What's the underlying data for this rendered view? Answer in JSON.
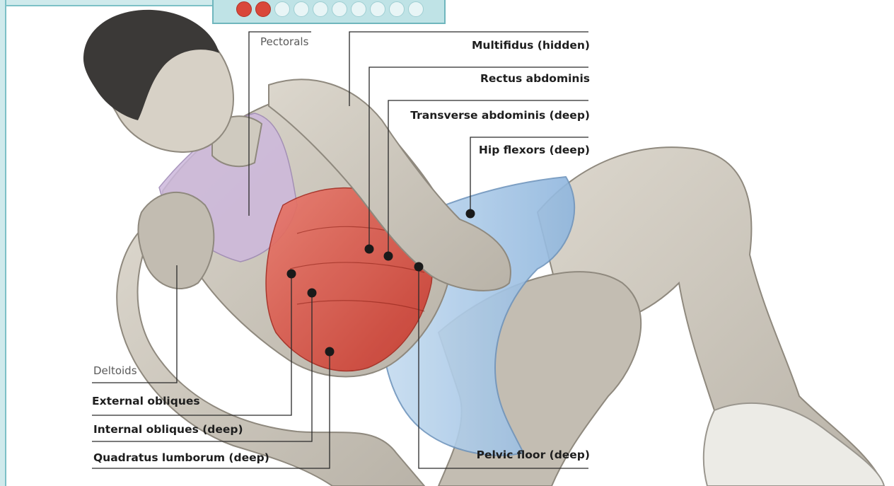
{
  "labels": {
    "pectorals": "Pectorals",
    "deltoids": "Deltoids",
    "multifidus": "Multifidus (hidden)",
    "rectus": "Rectus abdominis",
    "transverse": "Transverse abdominis (deep)",
    "hip_flexors": "Hip flexors (deep)",
    "external_obliques": "External obliques",
    "internal_obliques": "Internal obliques (deep)",
    "quadratus": "Quadratus lumborum (deep)",
    "pelvic_floor": "Pelvic floor (deep)"
  },
  "progress": {
    "total": 10,
    "filled": 2,
    "filled_color": "#d9473a",
    "empty_color": "#e8f5f6"
  },
  "colors": {
    "frame": "#7cc0c6",
    "core_highlight": "#d9473a",
    "chest_highlight": "#cdb8dc",
    "shorts": "#a8c8e8",
    "skin": "#cfcabf"
  }
}
